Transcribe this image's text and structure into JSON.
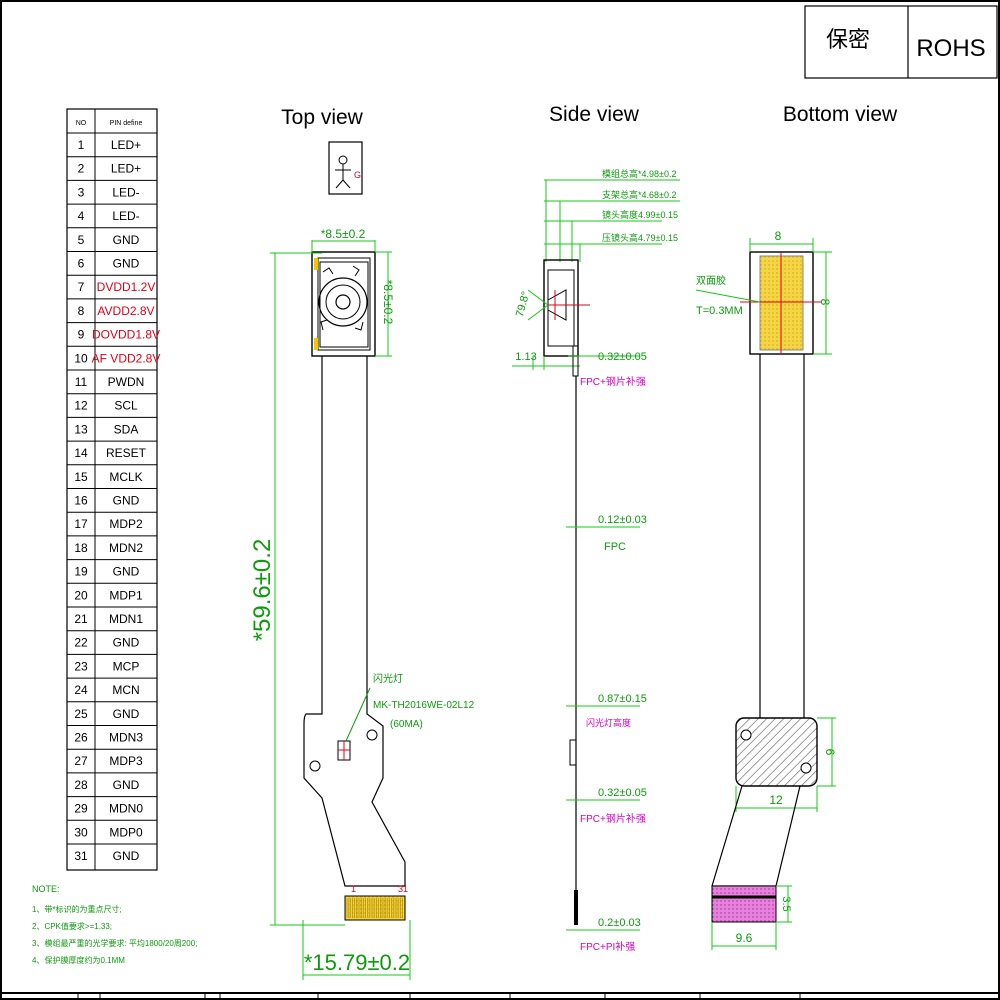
{
  "title_block": {
    "confidential": "保密",
    "rohs": "ROHS"
  },
  "views": {
    "top": "Top view",
    "side": "Side view",
    "bottom": "Bottom view"
  },
  "pin_table": {
    "header_no": "NO",
    "header_def": "PIN define",
    "pins": [
      {
        "no": "1",
        "name": "LED+",
        "red": false
      },
      {
        "no": "2",
        "name": "LED+",
        "red": false
      },
      {
        "no": "3",
        "name": "LED-",
        "red": false
      },
      {
        "no": "4",
        "name": "LED-",
        "red": false
      },
      {
        "no": "5",
        "name": "GND",
        "red": false
      },
      {
        "no": "6",
        "name": "GND",
        "red": false
      },
      {
        "no": "7",
        "name": "DVDD1.2V",
        "red": true
      },
      {
        "no": "8",
        "name": "AVDD2.8V",
        "red": true
      },
      {
        "no": "9",
        "name": "DOVDD1.8V",
        "red": true
      },
      {
        "no": "10",
        "name": "AF VDD2.8V",
        "red": true
      },
      {
        "no": "11",
        "name": "PWDN",
        "red": false
      },
      {
        "no": "12",
        "name": "SCL",
        "red": false
      },
      {
        "no": "13",
        "name": "SDA",
        "red": false
      },
      {
        "no": "14",
        "name": "RESET",
        "red": false
      },
      {
        "no": "15",
        "name": "MCLK",
        "red": false
      },
      {
        "no": "16",
        "name": "GND",
        "red": false
      },
      {
        "no": "17",
        "name": "MDP2",
        "red": false
      },
      {
        "no": "18",
        "name": "MDN2",
        "red": false
      },
      {
        "no": "19",
        "name": "GND",
        "red": false
      },
      {
        "no": "20",
        "name": "MDP1",
        "red": false
      },
      {
        "no": "21",
        "name": "MDN1",
        "red": false
      },
      {
        "no": "22",
        "name": "GND",
        "red": false
      },
      {
        "no": "23",
        "name": "MCP",
        "red": false
      },
      {
        "no": "24",
        "name": "MCN",
        "red": false
      },
      {
        "no": "25",
        "name": "GND",
        "red": false
      },
      {
        "no": "26",
        "name": "MDN3",
        "red": false
      },
      {
        "no": "27",
        "name": "MDP3",
        "red": false
      },
      {
        "no": "28",
        "name": "GND",
        "red": false
      },
      {
        "no": "29",
        "name": "MDN0",
        "red": false
      },
      {
        "no": "30",
        "name": "MDP0",
        "red": false
      },
      {
        "no": "31",
        "name": "GND",
        "red": false
      }
    ]
  },
  "notes": {
    "heading": "NOTE:",
    "lines": [
      "1、带*标识的为重点尺寸;",
      "2、CPK值要求>=1.33;",
      "3、模组最严重的光学要求: 平均1800/20周200;",
      "4、保护膜厚度约为0.1MM"
    ]
  },
  "top_view": {
    "module_width": "*8.5±0.2",
    "module_height": "*8.5±0.2",
    "total_length": "*59.6±0.2",
    "connector_width": "*15.79±0.2",
    "led_label": "闪光灯",
    "led_part": "MK-TH2016WE-02L12",
    "led_current": "(60MA)",
    "pin_first": "1",
    "pin_last": "31"
  },
  "side_view": {
    "dim_total": "模组总高*4.98±0.2",
    "dim_2": "支架总高*4.68±0.2",
    "dim_3": "镜头高度4.99±0.15",
    "dim_4": "压镜头高4.79±0.15",
    "fov": "79.8°",
    "lens_offset": "1.13",
    "stiff_top": "0.32±0.05",
    "stiff_top_note": "FPC+钢片补强",
    "fpc_thk": "0.12±0.03",
    "fpc_label": "FPC",
    "led_thk": "0.87±0.15",
    "led_note": "闪光灯高度",
    "stiff_bottom": "0.32±0.05",
    "stiff_bottom_note": "FPC+钢片补强",
    "pi_thk": "0.2±0.03",
    "pi_note": "FPC+PI补强"
  },
  "bottom_view": {
    "width": "8",
    "height": "8",
    "glue_note": "双面胶",
    "glue_thk": "T=0.3MM",
    "stiffener_h": "6",
    "stiffener_w": "12",
    "conn_h": "3.5",
    "conn_w": "9.6"
  },
  "colors": {
    "dimension": "#14c814",
    "note": "#d400c8",
    "pin_highlight": "#e0001a",
    "glue_fill": "#f5e64a",
    "connector_fill": "#f0d84a",
    "pi_fill": "#e07ad8"
  }
}
